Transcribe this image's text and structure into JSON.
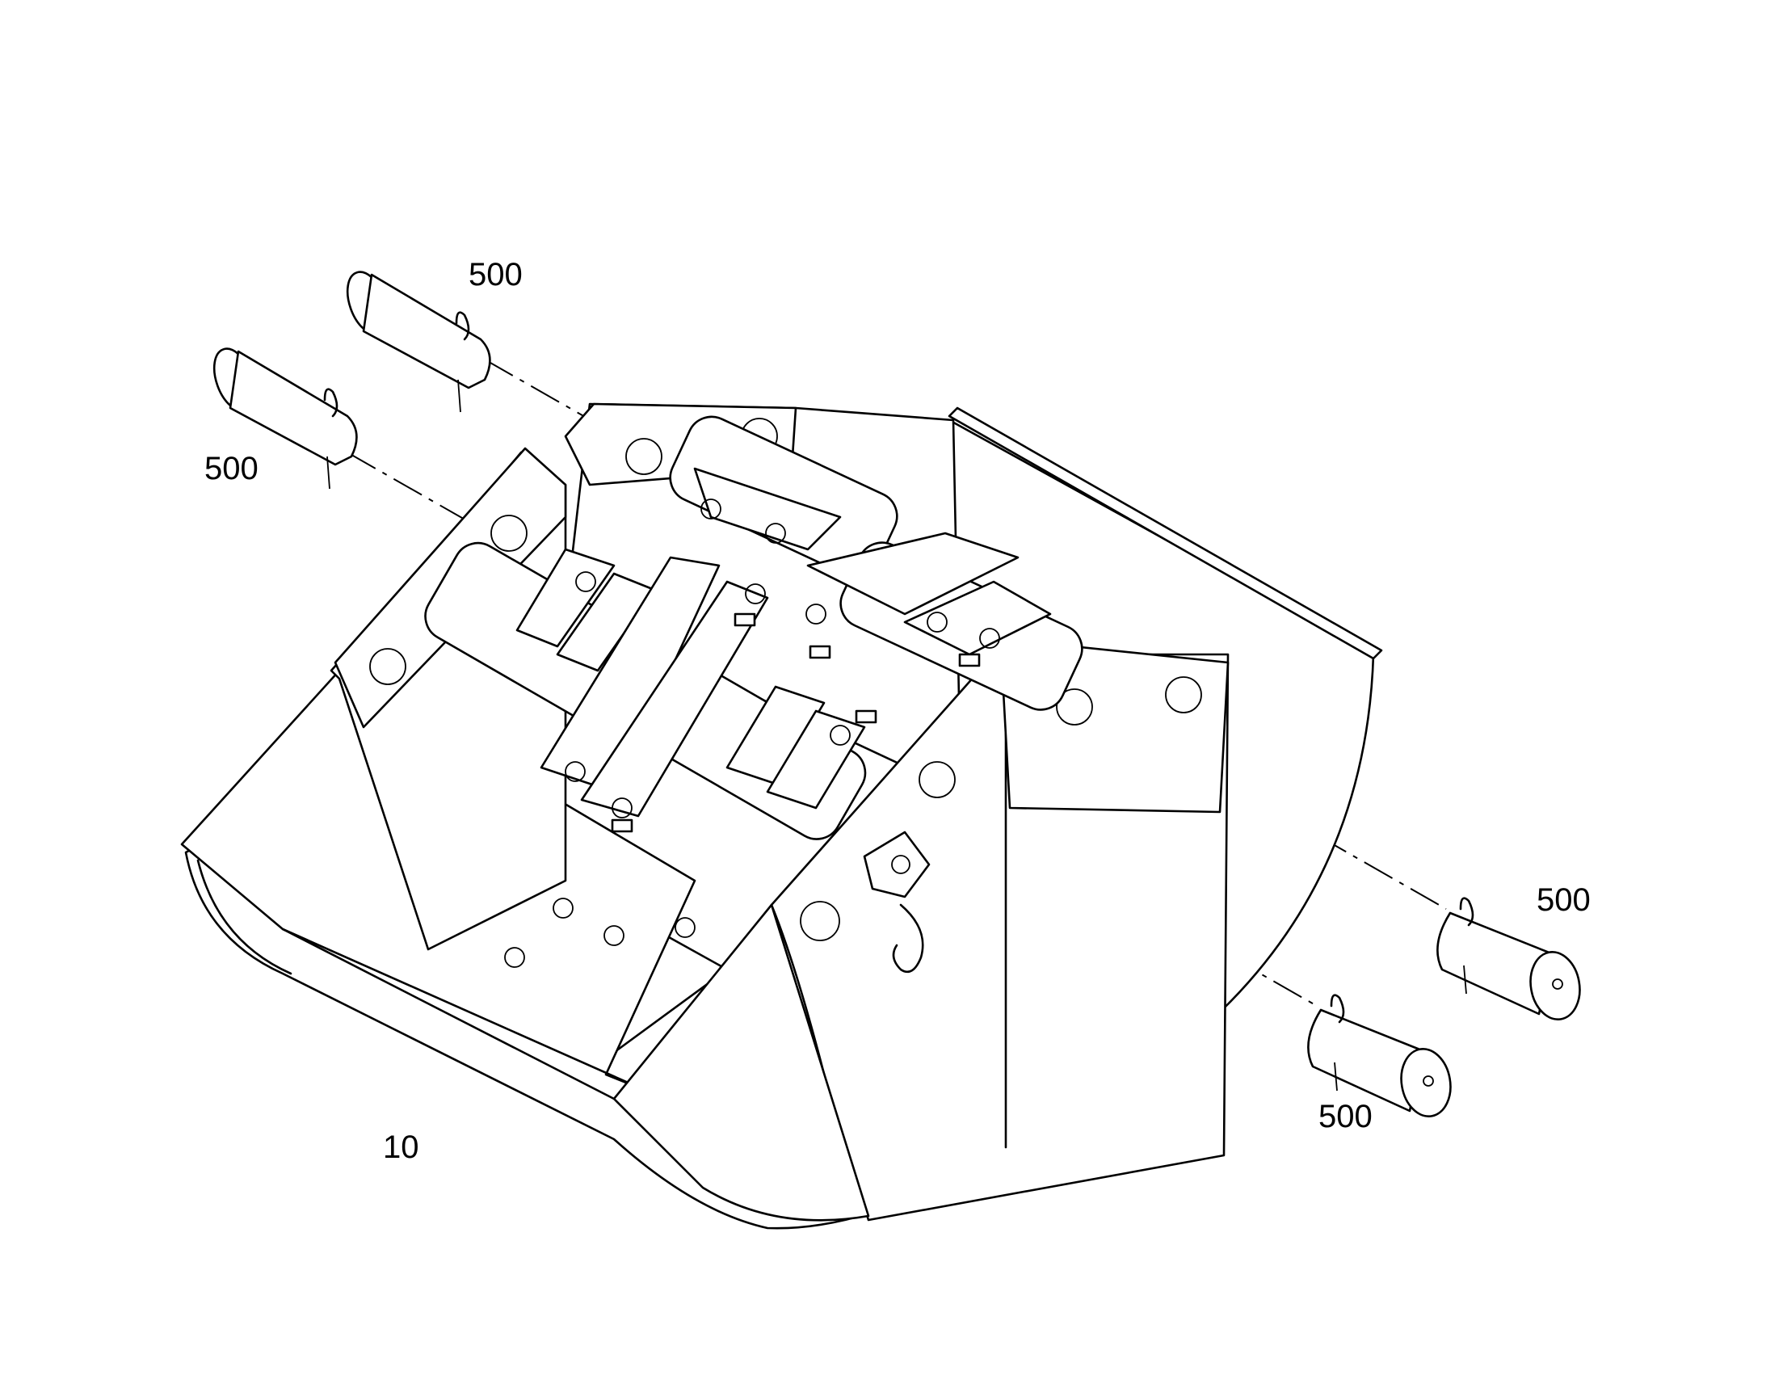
{
  "callouts": {
    "pin_top_left": "500",
    "pin_left": "500",
    "pin_right_upper": "500",
    "pin_right_lower": "500",
    "bucket": "10"
  },
  "colors": {
    "line": "#000000",
    "background": "#ffffff"
  }
}
